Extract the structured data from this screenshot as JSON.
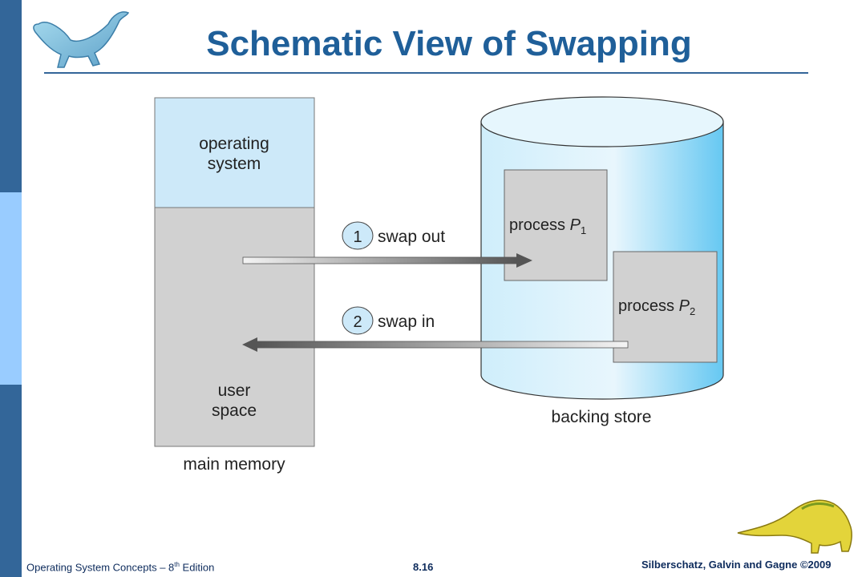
{
  "slide": {
    "title": "Schematic View of Swapping",
    "footer_left_prefix": "Operating System Concepts – 8",
    "footer_left_sup": "th",
    "footer_left_suffix": " Edition",
    "footer_center": "8.16",
    "footer_right": "Silberschatz, Galvin and Gagne ©2009"
  },
  "diagram": {
    "memory": {
      "os_line1": "operating",
      "os_line2": "system",
      "user_line1": "user",
      "user_line2": "space",
      "caption": "main memory"
    },
    "steps": [
      {
        "number": "1",
        "label": "swap out"
      },
      {
        "number": "2",
        "label": "swap in"
      }
    ],
    "backing_store": {
      "caption": "backing store",
      "p1_text": "process ",
      "p1_var": "P",
      "p1_sub": "1",
      "p2_text": "process ",
      "p2_var": "P",
      "p2_sub": "2"
    }
  },
  "colors": {
    "accent": "#336699",
    "title": "#1f5f99",
    "os_region": "#cde9f9",
    "user_region": "#d1d1d1",
    "cylinder": "#bfe5fa"
  }
}
